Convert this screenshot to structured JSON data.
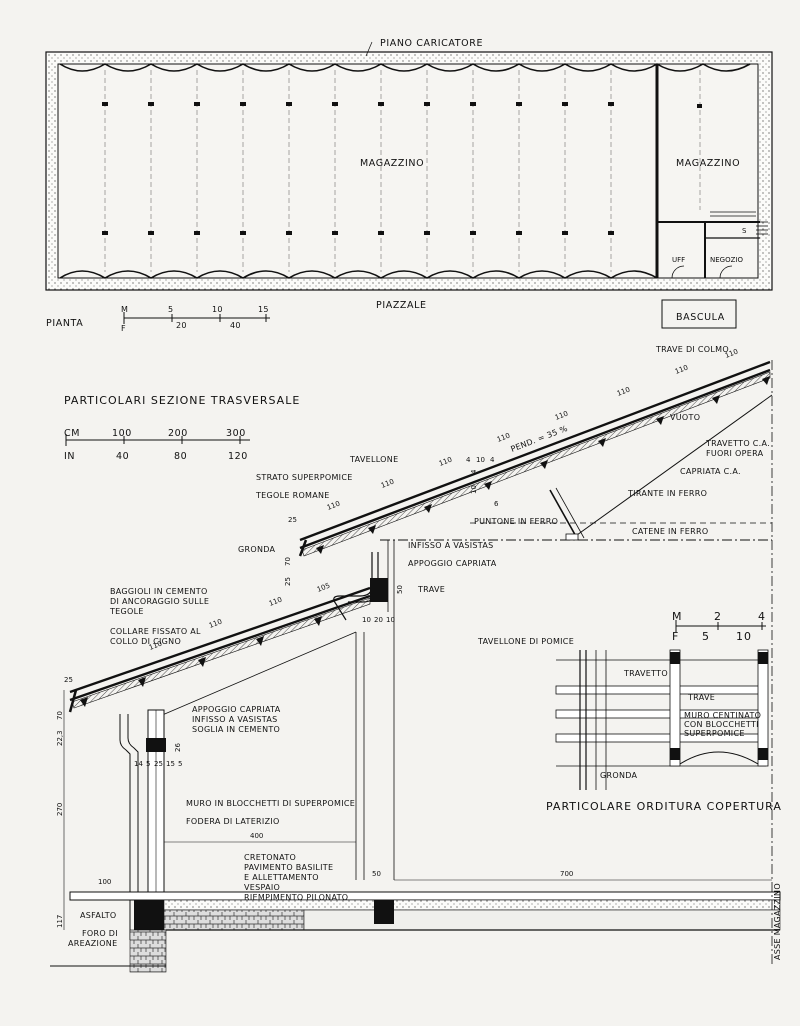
{
  "plan": {
    "top_label": "PIANO CARICATORE",
    "main_room": "MAGAZZINO",
    "side_room": "MAGAZZINO",
    "office": "UFF",
    "shop": "NEGOZIO",
    "stair": "S",
    "bottom_label": "PIAZZALE",
    "scale_caption": "PIANTA",
    "scale_top_unit": "M",
    "scale_bottom_unit": "F",
    "scale_top_ticks": [
      "5",
      "10",
      "15"
    ],
    "scale_bottom_ticks": [
      "20",
      "40"
    ],
    "weighbridge": "BASCULA"
  },
  "section": {
    "title": "PARTICOLARI  SEZIONE  TRASVERSALE",
    "scale_top_unit": "CM",
    "scale_bottom_unit": "IN",
    "scale_top_ticks": [
      "100",
      "200",
      "300"
    ],
    "scale_bottom_ticks": [
      "40",
      "80",
      "120"
    ],
    "labels": {
      "ridge_beam": "TRAVE  DI  COLMO",
      "void": "VUOTO",
      "joist_1": "TRAVETTO C.A.",
      "joist_2": "FUORI  OPERA",
      "truss": "CAPRIATA  C.A.",
      "tie_rod": "TIRANTE  IN  FERRO",
      "strut": "PUNTONE  IN  FERRO",
      "chains": "CATENE  IN  FERRO",
      "slab": "TAVELLONE",
      "pumice_layer": "STRATO  SUPERPOMICE",
      "tiles": "TEGOLE  ROMANE",
      "gutter": "GRONDA",
      "hopper_window": "INFISSO  A  VASISTAS",
      "truss_support": "APPOGGIO  CAPRIATA",
      "beam": "TRAVE",
      "anchors_1": "BAGGIOLI  IN  CEMENTO",
      "anchors_2": "DI  ANCORAGGIO  SULLE",
      "anchors_3": "TEGOLE",
      "collar_1": "COLLARE  FISSATO  AL",
      "collar_2": "COLLO  DI  CIGNO",
      "support_low": "APPOGGIO  CAPRIATA",
      "window_low": "INFISSO  A  VASISTAS",
      "sill": "SOGLIA  IN  CEMENTO",
      "wall": "MURO  IN  BLOCCHETTI  DI  SUPERPOMICE",
      "lining": "FODERA  DI  LATERIZIO",
      "floor_1": "CRETONATO",
      "floor_2": "PAVIMENTO  BASILITE",
      "floor_3": "E  ALLETTAMENTO",
      "floor_4": "VESPAIO",
      "floor_5": "RIEMPIMENTO  PILONATO",
      "asphalt": "ASFALTO",
      "vent_1": "FORO  DI",
      "vent_2": "AREAZIONE",
      "axis": "ASSE  MAGAZZINO",
      "slope": "PEND. = 35 %"
    },
    "dims": {
      "rafter": [
        "110",
        "110",
        "110",
        "110",
        "110",
        "110",
        "110"
      ],
      "rafter_low": [
        "110",
        "110",
        "110",
        "105"
      ],
      "ridge": "110",
      "pitch_a": "4",
      "pitch_b": "10",
      "pitch_c": "4",
      "stack_a": "10",
      "stack_b": "4",
      "stack_c": "6",
      "eave_top": "25",
      "eave_low": "25",
      "h70": "70",
      "h25": "25",
      "h50": "50",
      "wall_top": "10",
      "wall_mid": "20",
      "wall_end": "10",
      "h223": "22,3",
      "h70b": "70",
      "h26": "26",
      "row": [
        "14",
        "5",
        "25",
        "15",
        "5"
      ],
      "h270": "270",
      "w400": "400",
      "w50": "50",
      "w700": "700",
      "w100": "100",
      "h117": "117"
    }
  },
  "detail": {
    "title": "PARTICOLARE  ORDITURA  COPERTURA",
    "scale_top_unit": "M",
    "scale_bottom_unit": "F",
    "scale_top_ticks": [
      "2",
      "4"
    ],
    "scale_bottom_ticks": [
      "5",
      "10"
    ],
    "pumice_slab": "TAVELLONE  DI  POMICE",
    "joist": "TRAVETTO",
    "beam": "TRAVE",
    "arch_1": "MURO  CENTINATO",
    "arch_2": "CON  BLOCCHETTI",
    "arch_3": "SUPERPOMICE",
    "gutter": "GRONDA"
  }
}
